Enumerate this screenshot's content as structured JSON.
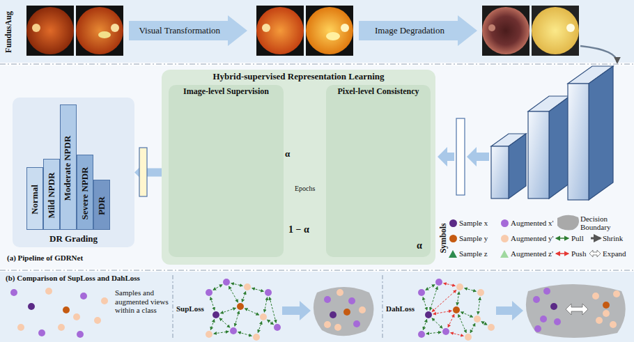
{
  "diagram": {
    "nodes": [
      {
        "text": [
          "Visual Transformation"
        ]
      },
      {
        "text": [
          "Image Degradation"
        ]
      },
      {
        "text": [
          "DR Grading"
        ]
      },
      {
        "text": [
          "Normal"
        ],
        "in": 2
      },
      {
        "text": [
          "Mild NPDR"
        ],
        "in": 2
      },
      {
        "text": [
          "Moderate NPDR"
        ],
        "in": 2
      },
      {
        "text": [
          "Severe NPDR"
        ],
        "in": 2
      },
      {
        "text": [
          "PDR"
        ],
        "in": 2
      },
      {
        "text": [
          "Hybrid-supervised Representation Learning"
        ]
      },
      {
        "text": [
          "Image-level Supervision"
        ],
        "in": 8
      },
      {
        "text": [
          "Pixel-level Consistency"
        ],
        "in": 8
      }
    ],
    "edges": [
      {
        "from": 8,
        "to": 2,
        "arrow": "to"
      }
    ],
    "labels": [
      "FundusAug",
      "Symbols",
      "(a) Pipeline of GDRNet",
      "1 − α",
      "α",
      "Epochs",
      "α",
      "(b) Comparison of SupLoss and DahLoss",
      "Samples and augmented views within a class",
      "SupLoss",
      "DahLoss"
    ],
    "legend": [
      {
        "text": "Sample x",
        "color": "#5b2a86"
      },
      {
        "text": "Augmented x'",
        "color": "#a56ad8"
      },
      {
        "text": "Decision Boundary"
      },
      {
        "text": "Sample y",
        "color": "#c55a11"
      },
      {
        "text": "Augmented y'",
        "color": "#f8cbad"
      },
      {
        "text": "Pull"
      },
      {
        "text": "Shrink"
      },
      {
        "text": "Sample z"
      },
      {
        "text": "Augmented z'"
      },
      {
        "text": "Push"
      },
      {
        "text": "Expand"
      }
    ]
  }
}
